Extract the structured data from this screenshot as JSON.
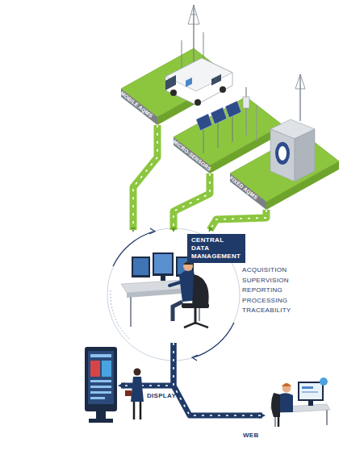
{
  "diagram": {
    "nodes": [
      {
        "text": [
          "MOBILE AQMS"
        ]
      },
      {
        "text": [
          "MICRO-SENSORS"
        ]
      },
      {
        "text": [
          "FIXED AQMS"
        ]
      },
      {
        "text": [
          "CENTRAL DATA MANAGEMENT",
          "ACQUISITION SUPERVISION REPORTING PROCESSING TRACEABILITY"
        ]
      },
      {
        "text": [
          "DISPLAY"
        ]
      },
      {
        "text": [
          "WEB"
        ]
      }
    ],
    "edges": [
      {
        "from": 0,
        "to": 3,
        "arrow": "to"
      },
      {
        "from": 1,
        "to": 3,
        "arrow": "to"
      },
      {
        "from": 2,
        "to": 3,
        "arrow": "to"
      },
      {
        "from": 3,
        "to": 4,
        "arrow": "to"
      },
      {
        "from": 3,
        "to": 5,
        "arrow": "to"
      }
    ]
  }
}
